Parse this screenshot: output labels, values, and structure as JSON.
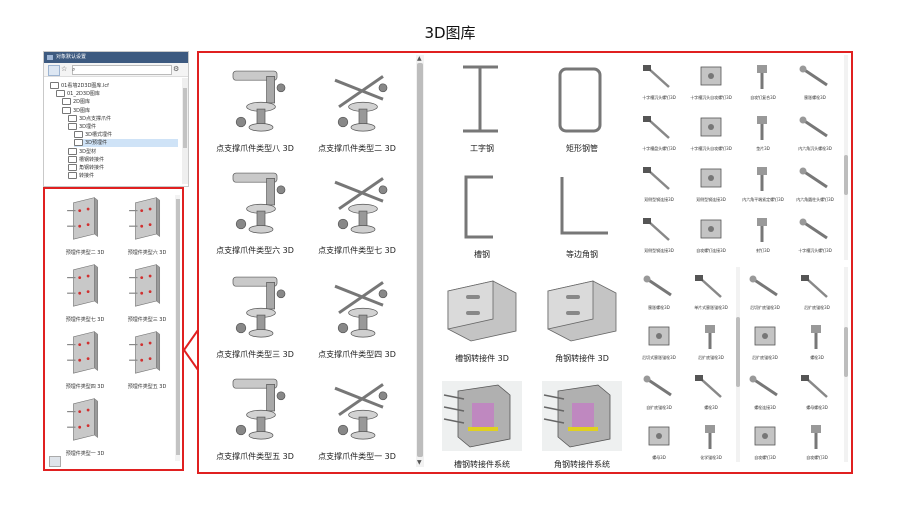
{
  "title": "3D图库",
  "browser": {
    "window_title": "对象默认设置",
    "tree": [
      {
        "label": "01看墙2D3D图库.lcf",
        "indent": 0
      },
      {
        "label": "01_2D3D图库",
        "indent": 1
      },
      {
        "label": "2D图库",
        "indent": 2
      },
      {
        "label": "3D图库",
        "indent": 2
      },
      {
        "label": "3D点支撑爪件",
        "indent": 3
      },
      {
        "label": "3D埋件",
        "indent": 3
      },
      {
        "label": "3D槽式埋件",
        "indent": 4
      },
      {
        "label": "3D预埋件",
        "indent": 4,
        "selected": true
      },
      {
        "label": "3D型材",
        "indent": 3
      },
      {
        "label": "槽钢转接件",
        "indent": 3
      },
      {
        "label": "角钢转接件",
        "indent": 3
      },
      {
        "label": "转接件",
        "indent": 3
      }
    ],
    "items": [
      "预埋件类型二 3D",
      "预埋件类型六 3D",
      "预埋件类型七 3D",
      "预埋件类型三 3D",
      "预埋件类型四 3D",
      "预埋件类型五 3D",
      "预埋件类型一 3D"
    ]
  },
  "pane1": {
    "items": [
      "点支撑爪件类型八 3D",
      "点支撑爪件类型二 3D",
      "点支撑爪件类型六 3D",
      "点支撑爪件类型七 3D",
      "点支撑爪件类型三 3D",
      "点支撑爪件类型四 3D",
      "点支撑爪件类型五 3D",
      "点支撑爪件类型一 3D"
    ]
  },
  "pane2": {
    "items": [
      "工字钢",
      "矩形钢管",
      "槽钢",
      "等边角钢",
      "槽钢转接件 3D",
      "角钢转接件 3D",
      "槽钢转接件系统",
      "角钢转接件系统"
    ]
  },
  "pane3_top": {
    "items": [
      "十字槽沉头螺钉3D",
      "十字槽沉头自攻螺钉3D",
      "自攻钉复合3D",
      "膨胀螺栓3D",
      "十字槽盘头螺钉3D",
      "十字槽沉头自攻螺钉3D",
      "垫片3D",
      "内六角沉头螺栓3D",
      "双侧型钢连接3D",
      "双侧型钢连接3D",
      "内六角平端紧定螺钉3D",
      "内六角圆柱头螺钉3D",
      "双侧型钢连接3D",
      "自攻螺钉连接3D",
      "射钉3D",
      "十字槽沉头螺钉3D"
    ]
  },
  "pane3_bl": {
    "items": [
      "膨胀螺栓3D",
      "单片式膨胀锚栓3D",
      "后切式膨胀锚栓3D",
      "后扩底锚栓3D",
      "自扩底锚栓3D",
      "螺栓3D",
      "螺母3D",
      "化学锚栓3D"
    ]
  },
  "pane3_br": {
    "items": [
      "后切扩底锚栓3D",
      "后扩底锚栓3D",
      "后扩底锚栓3D",
      "螺栓3D",
      "螺栓连接3D",
      "螺母螺栓3D",
      "自攻螺钉3D",
      "自攻螺钉3D"
    ]
  },
  "colors": {
    "accent_red": "#e02020",
    "window_blue": "#3d5a80",
    "selection": "#cfe3f7",
    "metal": "#a9a9a9"
  }
}
